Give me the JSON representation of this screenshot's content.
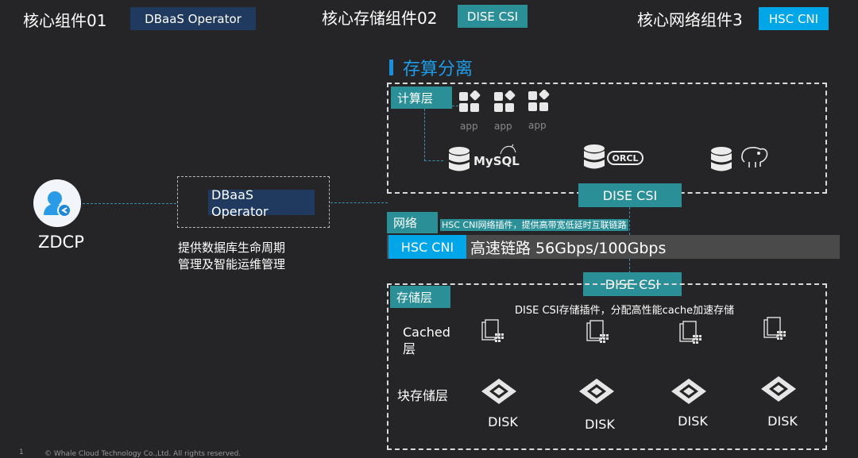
{
  "header": {
    "comp1_label": "核心组件01",
    "comp1_tag": "DBaaS Operator",
    "comp2_label": "核心存储组件02",
    "comp2_tag": "DISE CSI",
    "comp3_label": "核心网络组件3",
    "comp3_tag": "HSC CNI"
  },
  "left": {
    "user_label": "ZDCP",
    "operator_line1": "DBaaS",
    "operator_line2": "Operator",
    "desc_line1": "提供数据库生命周期",
    "desc_line2": "管理及智能运维管理"
  },
  "section_title": "存算分离",
  "compute": {
    "tag": "计算层",
    "apps": [
      "app",
      "app",
      "app"
    ],
    "dbs": [
      "MySQL",
      "ORCL",
      ""
    ]
  },
  "csi_top": "DISE CSI",
  "network": {
    "tag": "网络",
    "note": "HSC CNI网络插件，提供高带宽低延时互联链路",
    "cni_tag": "HSC CNI",
    "link_text": "高速链路 56Gbps/100Gbps"
  },
  "csi_bottom": "DISE CSI",
  "storage": {
    "tag": "存储层",
    "note": "DISE CSI存储插件，分配高性能cache加速存储",
    "cached_line1": "Cached",
    "cached_line2": "层",
    "block_label": "块存储层",
    "disks": [
      "DISK",
      "DISK",
      "DISK",
      "DISK"
    ]
  },
  "footer": {
    "page_num": "1",
    "copyright": "© Whale Cloud Technology Co.,Ltd. All rights reserved."
  }
}
